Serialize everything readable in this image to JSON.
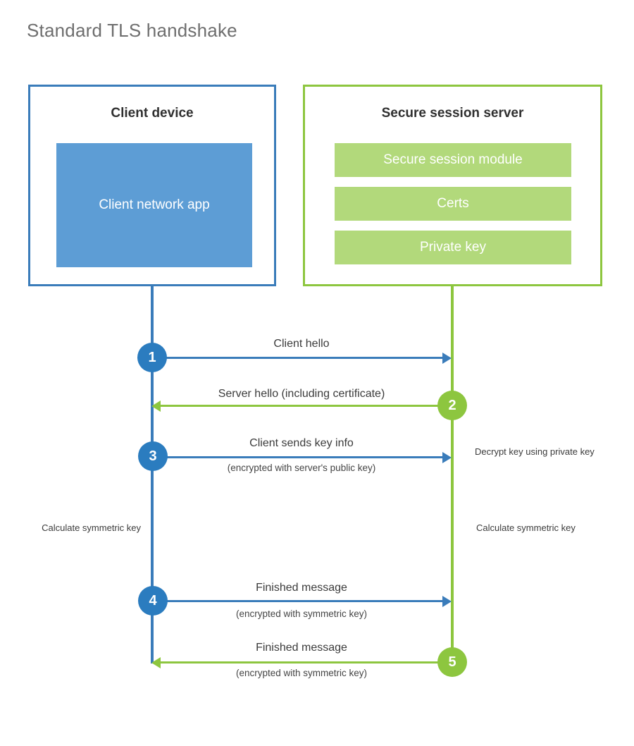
{
  "title": "Standard TLS handshake",
  "colors": {
    "client_border": "#3a7cba",
    "client_fill": "#5d9dd5",
    "client_circle": "#2b7cbf",
    "server_border": "#8dc63f",
    "server_fill": "#b2d97b",
    "server_circle": "#8dc63f",
    "title_text": "#6e6e6e",
    "body_text": "#3b3b3b",
    "background": "#ffffff"
  },
  "entities": {
    "client": {
      "title": "Client device",
      "blocks": [
        "Client network app"
      ]
    },
    "server": {
      "title": "Secure session server",
      "blocks": [
        "Secure session module",
        "Certs",
        "Private key"
      ]
    }
  },
  "steps": [
    {
      "number": "1",
      "label": "Client hello",
      "sublabel": "",
      "direction": "client-to-server",
      "color": "blue"
    },
    {
      "number": "2",
      "label": "Server hello (including certificate)",
      "sublabel": "",
      "direction": "server-to-client",
      "color": "green"
    },
    {
      "number": "3",
      "label": "Client sends key info",
      "sublabel": "(encrypted with server's public key)",
      "direction": "client-to-server",
      "color": "blue"
    },
    {
      "number": "4",
      "label": "Finished message",
      "sublabel": "(encrypted with symmetric key)",
      "direction": "client-to-server",
      "color": "blue"
    },
    {
      "number": "5",
      "label": "Finished message",
      "sublabel": "(encrypted with symmetric key)",
      "direction": "server-to-client",
      "color": "green"
    }
  ],
  "annotations": {
    "server_decrypt": "Decrypt key using private key",
    "client_calculate": "Calculate symmetric key",
    "server_calculate": "Calculate symmetric key"
  }
}
